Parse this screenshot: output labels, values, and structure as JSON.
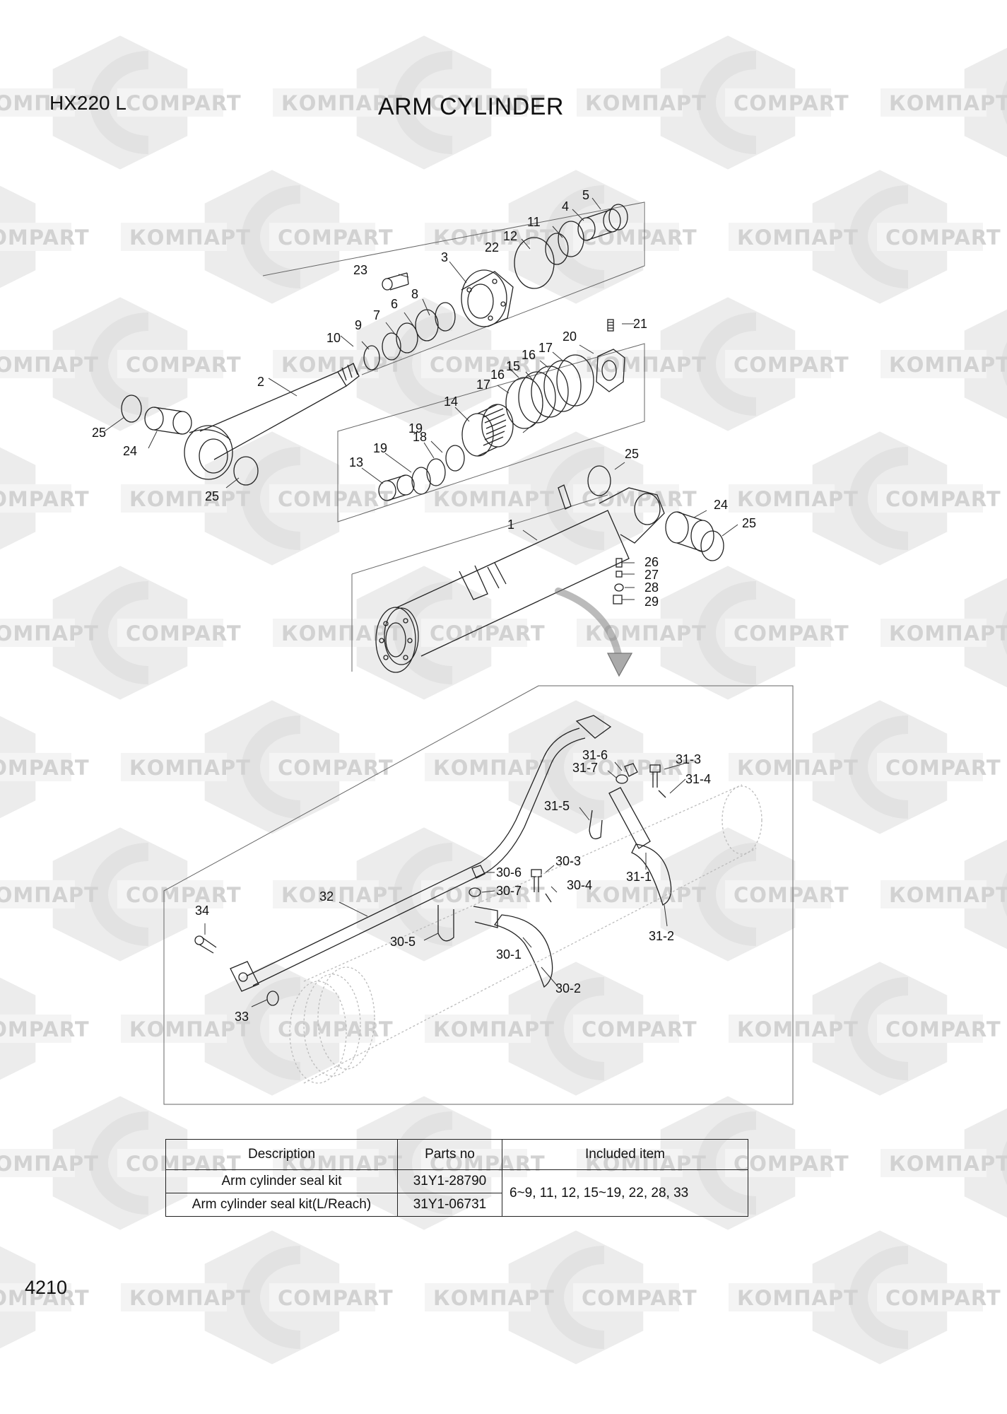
{
  "header": {
    "model": "HX220 L",
    "title": "ARM CYLINDER"
  },
  "watermark": {
    "latin": "COMPART",
    "cyrillic": "КОМПАРТ",
    "color": "#d2d2d2"
  },
  "callouts": {
    "c1": "1",
    "c2": "2",
    "c3": "3",
    "c4": "4",
    "c5": "5",
    "c6": "6",
    "c7": "7",
    "c8": "8",
    "c9": "9",
    "c10": "10",
    "c11": "11",
    "c12": "12",
    "c13": "13",
    "c14": "14",
    "c15": "15",
    "c16": "16",
    "c17": "17",
    "c18": "18",
    "c19": "19",
    "c20": "20",
    "c21": "21",
    "c22": "22",
    "c23": "23",
    "c24": "24",
    "c25": "25",
    "c26": "26",
    "c27": "27",
    "c28": "28",
    "c29": "29",
    "c30_1": "30-1",
    "c30_2": "30-2",
    "c30_3": "30-3",
    "c30_4": "30-4",
    "c30_5": "30-5",
    "c30_6": "30-6",
    "c30_7": "30-7",
    "c31_1": "31-1",
    "c31_2": "31-2",
    "c31_3": "31-3",
    "c31_4": "31-4",
    "c31_5": "31-5",
    "c31_6": "31-6",
    "c31_7": "31-7",
    "c32": "32",
    "c33": "33",
    "c34": "34"
  },
  "kit_table": {
    "headers": {
      "description": "Description",
      "parts_no": "Parts no",
      "included": "Included item"
    },
    "rows": [
      {
        "description": "Arm cylinder seal kit",
        "parts_no": "31Y1-28790"
      },
      {
        "description": "Arm cylinder seal kit(L/Reach)",
        "parts_no": "31Y1-06731"
      }
    ],
    "included_items": "6~9, 11, 12, 15~19, 22, 28, 33"
  },
  "footer": {
    "page_number": "4210"
  }
}
